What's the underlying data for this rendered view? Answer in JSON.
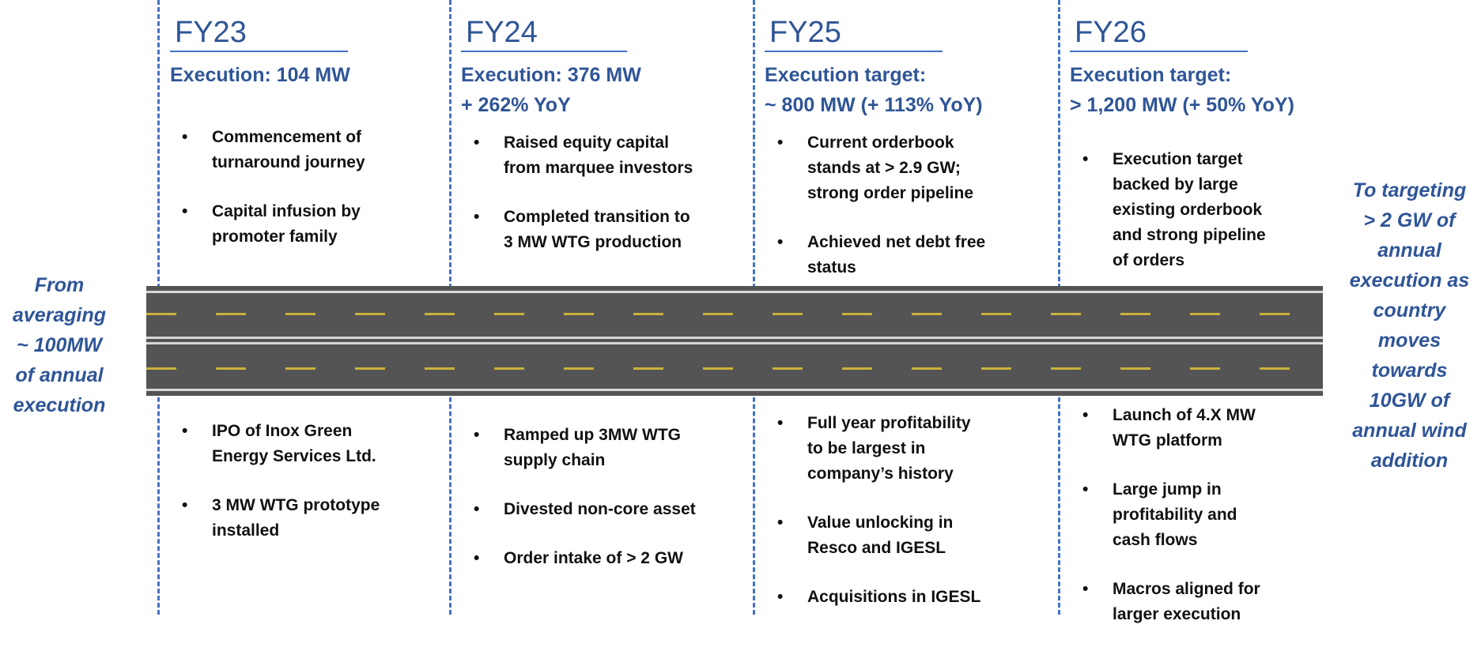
{
  "side_left": "From\naveraging\n~ 100MW\nof annual\nexecution",
  "side_right": "To targeting\n> 2 GW of\nannual\nexecution as\ncountry\nmoves\ntowards\n10GW of\nannual wind\naddition",
  "columns": [
    {
      "year": "FY23",
      "headline": "Execution: 104 MW",
      "top_bullets": [
        "Commencement of\nturnaround journey",
        "Capital infusion by\npromoter family"
      ],
      "bottom_bullets": [
        "IPO of Inox Green\nEnergy Services Ltd.",
        "3 MW WTG prototype\ninstalled"
      ]
    },
    {
      "year": "FY24",
      "headline": "Execution: 376 MW\n+ 262% YoY",
      "top_bullets": [
        "Raised equity capital\nfrom marquee investors",
        "Completed transition to\n3 MW WTG production"
      ],
      "bottom_bullets": [
        "Ramped up 3MW WTG\nsupply chain",
        "Divested non-core asset",
        "Order intake of > 2 GW"
      ]
    },
    {
      "year": "FY25",
      "headline": "Execution target:\n~ 800 MW (+ 113% YoY)",
      "top_bullets": [
        "Current orderbook\nstands at > 2.9 GW;\nstrong order pipeline",
        "Achieved net debt free\nstatus"
      ],
      "bottom_bullets": [
        "Full year profitability\nto be largest in\ncompany’s history",
        "Value unlocking in\nResco and IGESL",
        "Acquisitions in IGESL"
      ]
    },
    {
      "year": "FY26",
      "headline": "Execution target:\n> 1,200 MW (+ 50% YoY)",
      "top_bullets": [
        "Execution target\nbacked by large\nexisting orderbook\nand strong pipeline\nof orders"
      ],
      "bottom_bullets": [
        "Launch of 4.X MW\nWTG platform",
        "Large jump in\nprofitability and\ncash flows",
        "Macros aligned for\nlarger execution"
      ]
    }
  ]
}
